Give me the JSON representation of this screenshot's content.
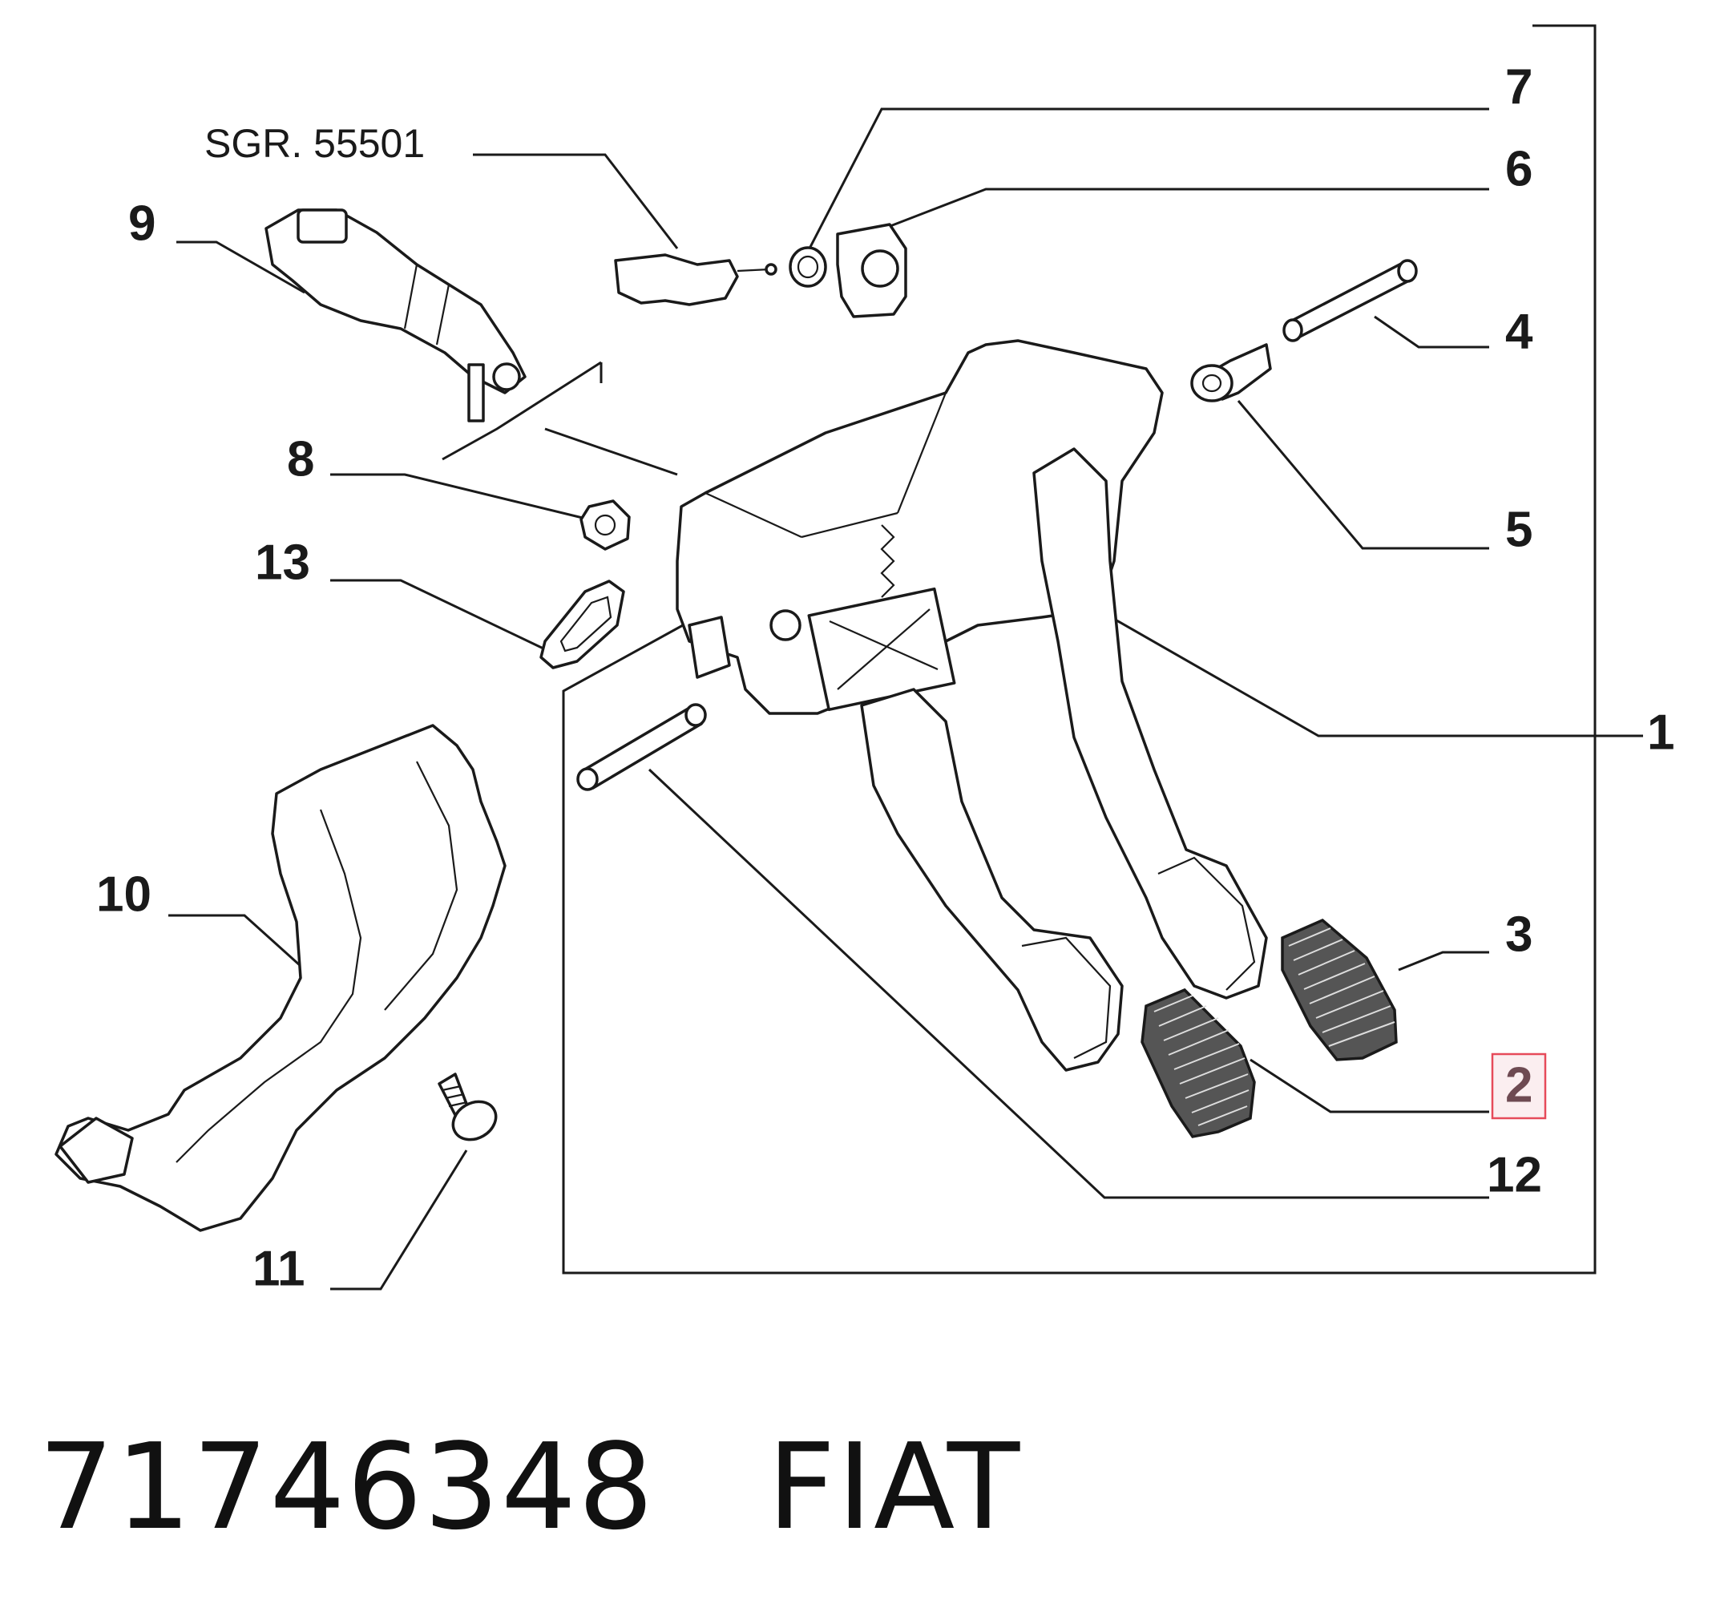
{
  "diagram": {
    "reference_label": "SGR. 55501",
    "highlight_color": "#e64a5a",
    "callouts": {
      "c1": "1",
      "c2": "2",
      "c3": "3",
      "c4": "4",
      "c5": "5",
      "c6": "6",
      "c7": "7",
      "c8": "8",
      "c9": "9",
      "c10": "10",
      "c11": "11",
      "c12": "12",
      "c13": "13"
    },
    "highlighted_callout": "2"
  },
  "footer": {
    "part_number": "71746348",
    "brand": "FIAT"
  }
}
